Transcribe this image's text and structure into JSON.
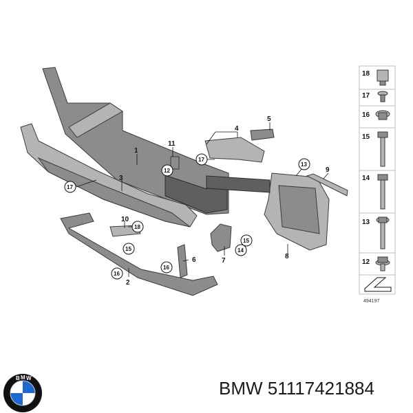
{
  "callouts": {
    "c1": "1",
    "c2": "2",
    "c3": "3",
    "c4": "4",
    "c5": "5",
    "c6": "6",
    "c7": "7",
    "c8": "8",
    "c9": "9",
    "c10": "10",
    "c11": "11",
    "c12": "12",
    "c13": "13",
    "c14": "14",
    "c15a": "15",
    "c15b": "15",
    "c16a": "16",
    "c16b": "16",
    "c17a": "17",
    "c17b": "17",
    "c18": "18"
  },
  "legend": {
    "items": [
      "18",
      "17",
      "16",
      "15",
      "14",
      "13",
      "12"
    ],
    "figure_id": "494197"
  },
  "caption": "BMW 51117421884",
  "logo": {
    "text": "BMW",
    "colors": {
      "blue": "#1c69d4",
      "ring": "#111111"
    }
  }
}
